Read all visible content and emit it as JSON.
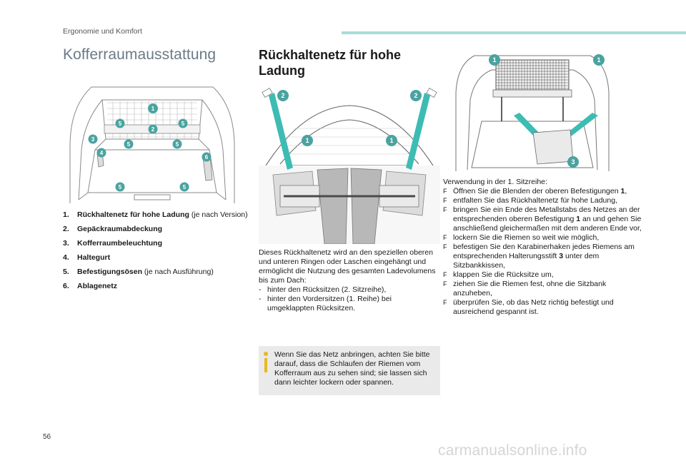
{
  "header": {
    "section": "Ergonomie und Komfort",
    "accent_color": "#a8dcd8"
  },
  "left": {
    "title": "Kofferraumausstattung",
    "legend": [
      {
        "num": "1.",
        "label": "Rückhaltenetz für hohe Ladung",
        "note": " (je nach Version)"
      },
      {
        "num": "2.",
        "label": "Gepäckraumabdeckung",
        "note": ""
      },
      {
        "num": "3.",
        "label": "Kofferraumbeleuchtung",
        "note": ""
      },
      {
        "num": "4.",
        "label": "Haltegurt",
        "note": ""
      },
      {
        "num": "5.",
        "label": "Befestigungsösen",
        "note": " (je nach Ausführung)"
      },
      {
        "num": "6.",
        "label": "Ablagenetz",
        "note": ""
      }
    ],
    "callouts": [
      "1",
      "2",
      "3",
      "4",
      "5",
      "5",
      "5",
      "5",
      "5",
      "5",
      "6"
    ]
  },
  "middle": {
    "title": "Rückhaltenetz für hohe Ladung",
    "callouts": [
      "2",
      "2",
      "1",
      "1"
    ],
    "intro": "Dieses Rückhaltenetz wird an den speziellen oberen und unteren Ringen oder Laschen eingehängt und ermöglicht die Nutzung des gesamten Ladevolumens bis zum Dach:",
    "list": [
      {
        "marker": "-",
        "text": "hinter den Rücksitzen (2. Sitzreihe),"
      },
      {
        "marker": "-",
        "text": "hinter den Vordersitzen (1. Reihe) bei umgeklappten Rücksitzen."
      }
    ],
    "note": "Wenn Sie das Netz anbringen, achten Sie bitte darauf, dass die Schlaufen der Riemen vom Kofferraum aus zu sehen sind; sie lassen sich dann leichter lockern oder spannen.",
    "note_color": "#e8b820"
  },
  "right": {
    "callouts": [
      "1",
      "1",
      "3"
    ],
    "intro": "Verwendung in der 1. Sitzreihe:",
    "steps": [
      {
        "marker": "F",
        "text": "Öffnen Sie die Blenden der oberen Befestigungen ",
        "bold": "1",
        "after": ","
      },
      {
        "marker": "F",
        "text": "entfalten Sie das Rückhaltenetz für hohe Ladung,",
        "bold": "",
        "after": ""
      },
      {
        "marker": "F",
        "text": "bringen Sie ein Ende des Metallstabs des Netzes an der entsprechenden oberen Befestigung ",
        "bold": "1",
        "after": " an und gehen Sie anschließend gleichermaßen mit dem anderen Ende vor,"
      },
      {
        "marker": "F",
        "text": "lockern Sie die Riemen so weit wie möglich,",
        "bold": "",
        "after": ""
      },
      {
        "marker": "F",
        "text": "befestigen Sie den Karabinerhaken jedes Riemens am entsprechenden Halterungsstift ",
        "bold": "3",
        "after": " unter dem Sitzbankkissen,"
      },
      {
        "marker": "F",
        "text": "klappen Sie die Rücksitze um,",
        "bold": "",
        "after": ""
      },
      {
        "marker": "F",
        "text": "ziehen Sie die Riemen fest, ohne die Sitzbank anzuheben,",
        "bold": "",
        "after": ""
      },
      {
        "marker": "F",
        "text": "überprüfen Sie, ob das Netz richtig befestigt und ausreichend gespannt ist.",
        "bold": "",
        "after": ""
      }
    ]
  },
  "footer": {
    "page": "56",
    "watermark": "carmanualsonline.info"
  },
  "colors": {
    "callout": "#4aa3a0",
    "arrow": "#3dbcb3",
    "title_grey": "#6a7b88"
  }
}
